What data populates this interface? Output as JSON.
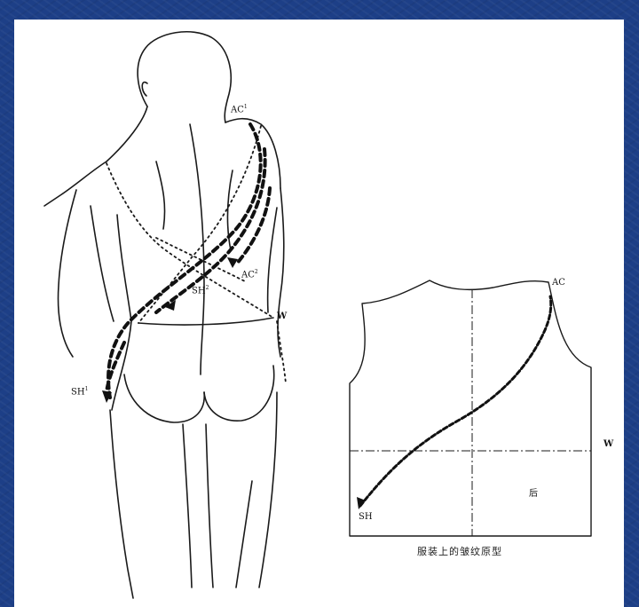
{
  "labels": {
    "ac1": {
      "base": "AC",
      "sup": "1"
    },
    "ac2": {
      "base": "AC",
      "sup": "2"
    },
    "sh1": {
      "base": "SH",
      "sup": "1"
    },
    "sh2": {
      "base": "SH",
      "sup": "2"
    },
    "w_figure": "W",
    "ac_pattern": "AC",
    "w_pattern": "W",
    "sh_pattern": "SH",
    "back_mark": "后"
  },
  "caption": "服装上的皱纹原型",
  "colors": {
    "background": "#1d3f87",
    "panel": "#ffffff",
    "ink": "#111111"
  }
}
